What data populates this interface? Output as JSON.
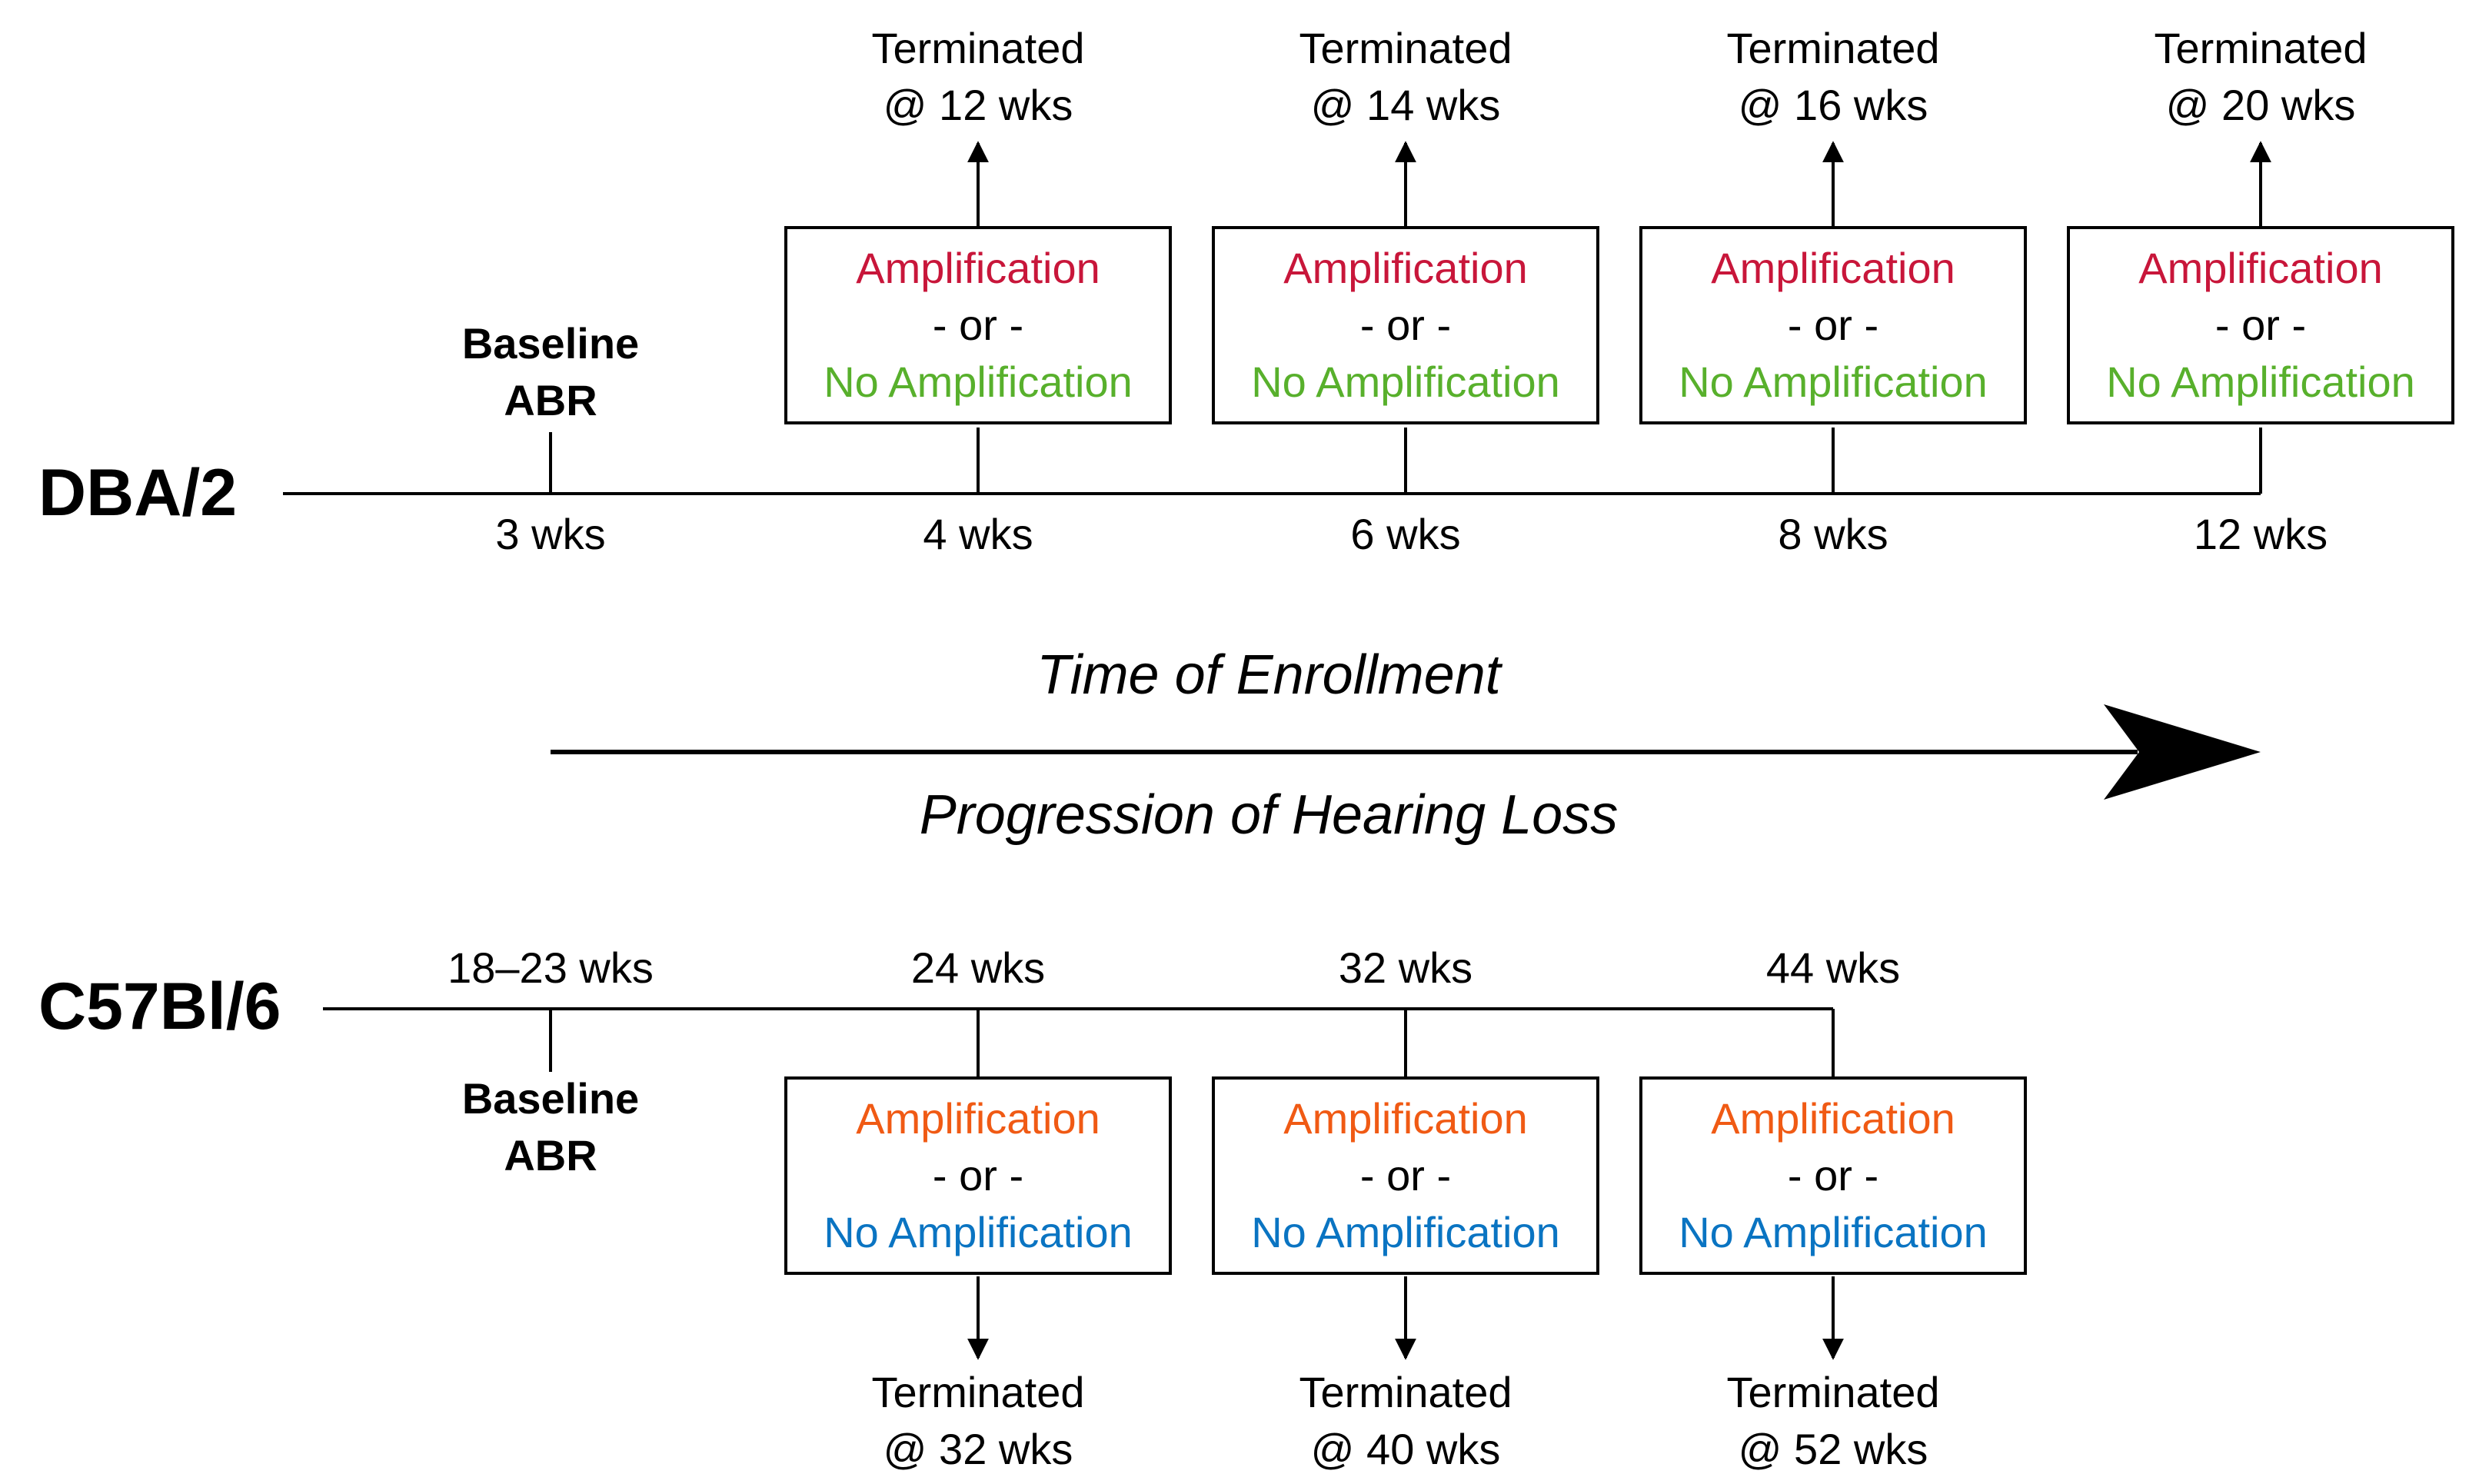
{
  "dba": {
    "label": "DBA/2",
    "baseline": {
      "line1": "Baseline",
      "line2": "ABR",
      "time": "3 wks"
    },
    "stages": [
      {
        "time": "4 wks",
        "amp": "Amplification",
        "or": "- or -",
        "noamp": "No Amplification",
        "term1": "Terminated",
        "term2": "@ 12 wks"
      },
      {
        "time": "6 wks",
        "amp": "Amplification",
        "or": "- or -",
        "noamp": "No Amplification",
        "term1": "Terminated",
        "term2": "@ 14 wks"
      },
      {
        "time": "8 wks",
        "amp": "Amplification",
        "or": "- or -",
        "noamp": "No Amplification",
        "term1": "Terminated",
        "term2": "@ 16 wks"
      },
      {
        "time": "12 wks",
        "amp": "Amplification",
        "or": "- or -",
        "noamp": "No Amplification",
        "term1": "Terminated",
        "term2": "@ 20 wks"
      }
    ]
  },
  "middle": {
    "top_label": "Time of Enrollment",
    "bottom_label": "Progression of Hearing Loss"
  },
  "c57": {
    "label": "C57Bl/6",
    "baseline": {
      "line1": "Baseline",
      "line2": "ABR",
      "time": "18–23 wks"
    },
    "stages": [
      {
        "time": "24 wks",
        "amp": "Amplification",
        "or": "- or -",
        "noamp": "No Amplification",
        "term1": "Terminated",
        "term2": "@ 32 wks"
      },
      {
        "time": "32 wks",
        "amp": "Amplification",
        "or": "- or -",
        "noamp": "No Amplification",
        "term1": "Terminated",
        "term2": "@ 40 wks"
      },
      {
        "time": "44 wks",
        "amp": "Amplification",
        "or": "- or -",
        "noamp": "No Amplification",
        "term1": "Terminated",
        "term2": "@ 52 wks"
      }
    ]
  },
  "colors": {
    "dba_amp": "#c8163a",
    "dba_noamp": "#58b02c",
    "c57_amp": "#f05a14",
    "c57_noamp": "#0a74c2"
  }
}
